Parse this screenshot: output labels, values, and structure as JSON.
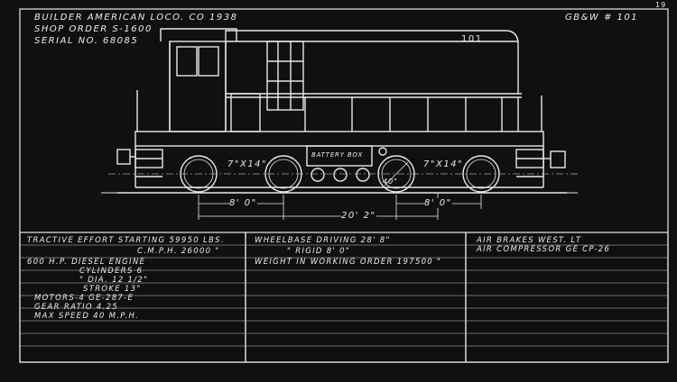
{
  "header": {
    "builder_line": "BUILDER AMERICAN LOCO. CO  1938",
    "shop_order_line": "SHOP ORDER  S-1600",
    "serial_line": "SERIAL NO. 68085",
    "road_number": "GB&W  # 101",
    "page_number": "19"
  },
  "drawing": {
    "cab_number": "101",
    "battery_box_label": "BATTERY BOX",
    "wheel_size_left": "7\"x14\"",
    "wheel_size_right": "7\"x14\"",
    "wheel_diameter": "40\"",
    "dim_left": "8' 0\"",
    "dim_center": "20' 2\"",
    "dim_right": "8' 0\""
  },
  "specs": {
    "col1": [
      "TRACTIVE EFFORT  STARTING  59950 LBS.",
      "C.M.P.H.  26000  \"",
      "600 H.P. DIESEL ENGINE",
      "CYLINDERS  6",
      "\"  DIA.  12 1/2\"",
      "STROKE  13\"",
      "MOTORS-4  GE-287-E",
      "GEAR RATIO  4.25",
      "MAX SPEED  40 M.P.H."
    ],
    "col2": [
      "WHEELBASE  DRIVING  28' 8\"",
      "\"  RIGID  8' 0\"",
      "WEIGHT IN WORKING ORDER  197500 \""
    ],
    "col3": [
      "AIR BRAKES  WEST. LT",
      "AIR COMPRESSOR  GE  CP-26"
    ]
  }
}
